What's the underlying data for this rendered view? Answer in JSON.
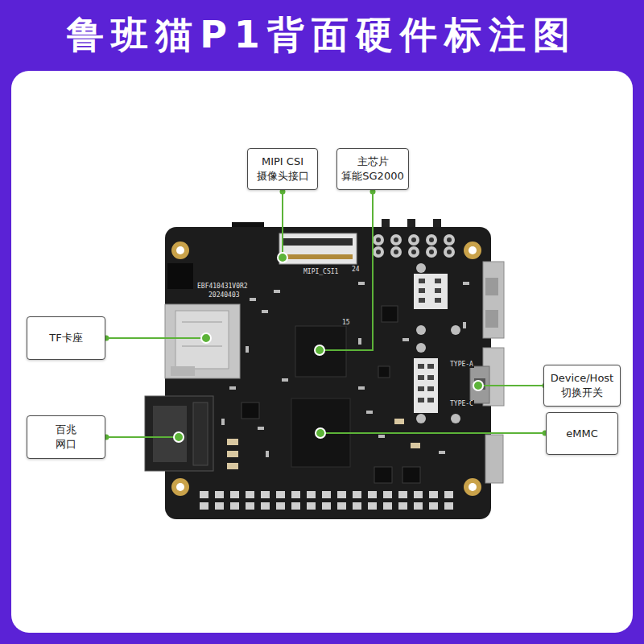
{
  "diagram": {
    "title": "鲁班猫P1背面硬件标注图",
    "nodes": [
      {
        "text": [
          "MIPI CSI 摄像头接口"
        ]
      },
      {
        "text": [
          "主芯片 算能SG2000"
        ]
      },
      {
        "text": [
          "TF卡座"
        ]
      },
      {
        "text": [
          "Device/Host 切换开关"
        ]
      },
      {
        "text": [
          "百兆 网口"
        ]
      },
      {
        "text": [
          "eMMC"
        ]
      }
    ],
    "labels": [
      "EBF410431V0R2",
      "20240403",
      "MIPI_CSI1",
      "24",
      "15",
      "TYPE-A",
      "TYPE-C"
    ]
  }
}
